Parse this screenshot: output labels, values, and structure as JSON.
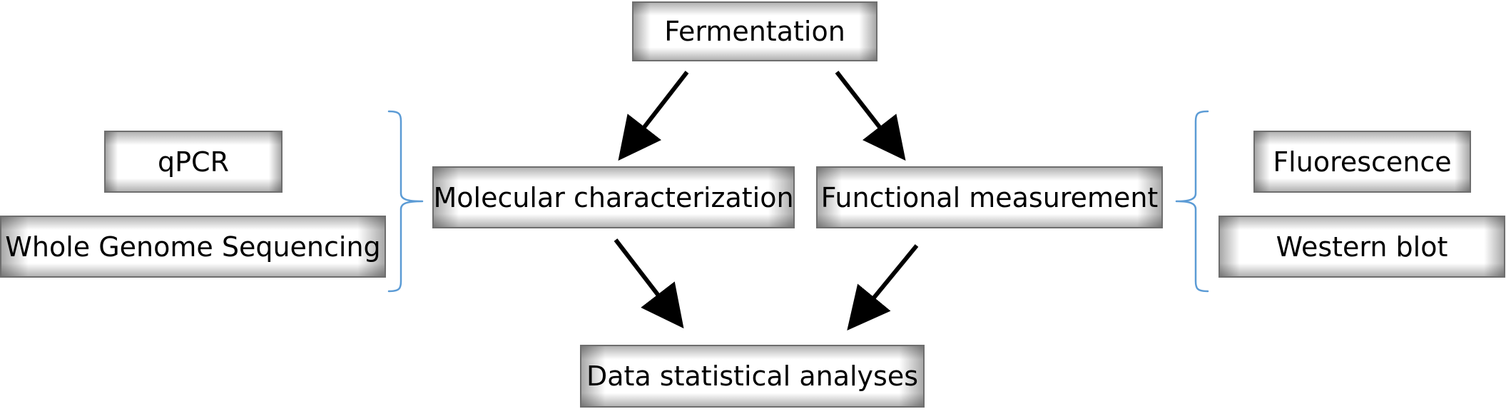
{
  "diagram": {
    "nodes": {
      "fermentation": "Fermentation",
      "qpcr": "qPCR",
      "whole_genome_sequencing": "Whole Genome Sequencing",
      "molecular_characterization": "Molecular characterization",
      "functional_measurement": "Functional measurement",
      "fluorescence": "Fluorescence",
      "western_blot": "Western blot",
      "data_statistical_analyses": "Data statistical analyses"
    },
    "edges": [
      {
        "from": "Fermentation",
        "to": "Molecular characterization"
      },
      {
        "from": "Fermentation",
        "to": "Functional measurement"
      },
      {
        "from": "Molecular characterization",
        "to": "Data statistical analyses"
      },
      {
        "from": "Functional measurement",
        "to": "Data statistical analyses"
      }
    ],
    "groups": [
      {
        "target": "Molecular characterization",
        "members": [
          "qPCR",
          "Whole Genome Sequencing"
        ]
      },
      {
        "target": "Functional measurement",
        "members": [
          "Fluorescence",
          "Western blot"
        ]
      }
    ],
    "colors": {
      "arrow": "#000000",
      "bracket": "#5b9bd5",
      "box_border": "#6e6e6e",
      "box_fill": "#ffffff",
      "text": "#000000"
    }
  }
}
